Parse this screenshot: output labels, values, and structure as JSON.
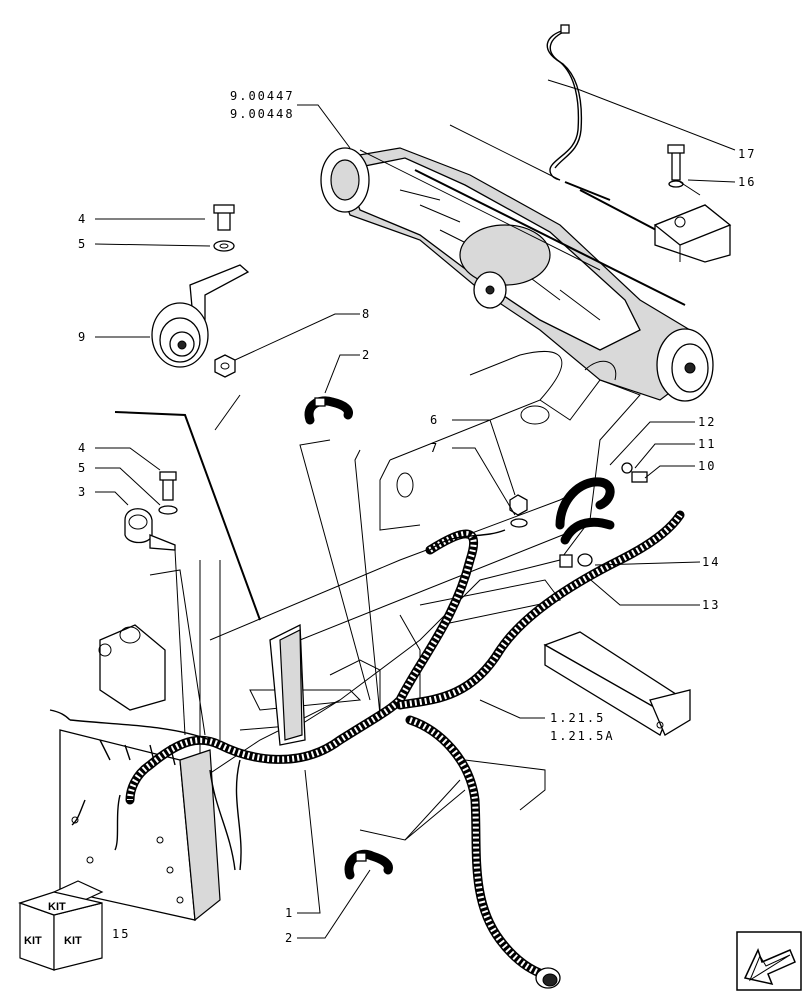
{
  "callouts": {
    "ref_9_00447": "9.00447",
    "ref_9_00448": "9.00448",
    "c17": "17",
    "c16": "16",
    "c4a": "4",
    "c5a": "5",
    "c8": "8",
    "c9": "9",
    "c2a": "2",
    "c6": "6",
    "c7": "7",
    "c12": "12",
    "c11": "11",
    "c10": "10",
    "c4b": "4",
    "c5b": "5",
    "c3": "3",
    "c14": "14",
    "c13": "13",
    "ref_1_21_5": "1.21.5",
    "ref_1_21_5A": "1.21.5A",
    "c1": "1",
    "c2b": "2",
    "c15": "15"
  },
  "kit_badge": {
    "top": "KIT",
    "left": "KIT",
    "right": "KIT"
  },
  "icons": {
    "nav": "arrow-left-icon",
    "kit": "kit-cube-icon"
  }
}
